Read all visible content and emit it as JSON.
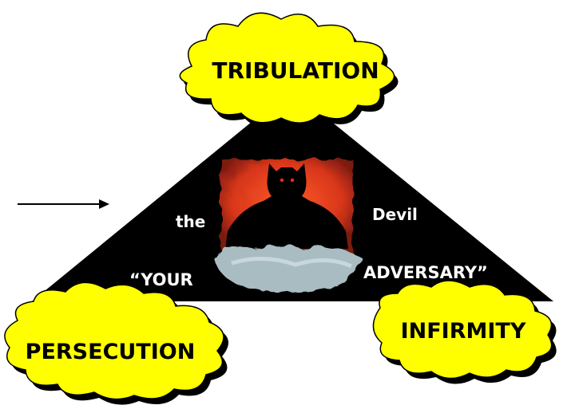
{
  "diagram": {
    "top_cloud": {
      "label": "TRIBULATION"
    },
    "left_cloud": {
      "label": "PERSECUTION"
    },
    "right_cloud": {
      "label": "INFIRMITY"
    },
    "triangle": {
      "text_the": "the",
      "text_devil": "Devil",
      "text_your": "“YOUR",
      "text_adversary": "ADVERSARY”"
    },
    "colors": {
      "cloud_fill": "#ffff00",
      "outline": "#000000",
      "triangle": "#000000",
      "text_on_black": "#ffffff",
      "figure_background": "#d83a1c",
      "mist": "#9fb3ba"
    },
    "icons": [
      "arrow-right-icon",
      "devil-figure-icon"
    ]
  }
}
